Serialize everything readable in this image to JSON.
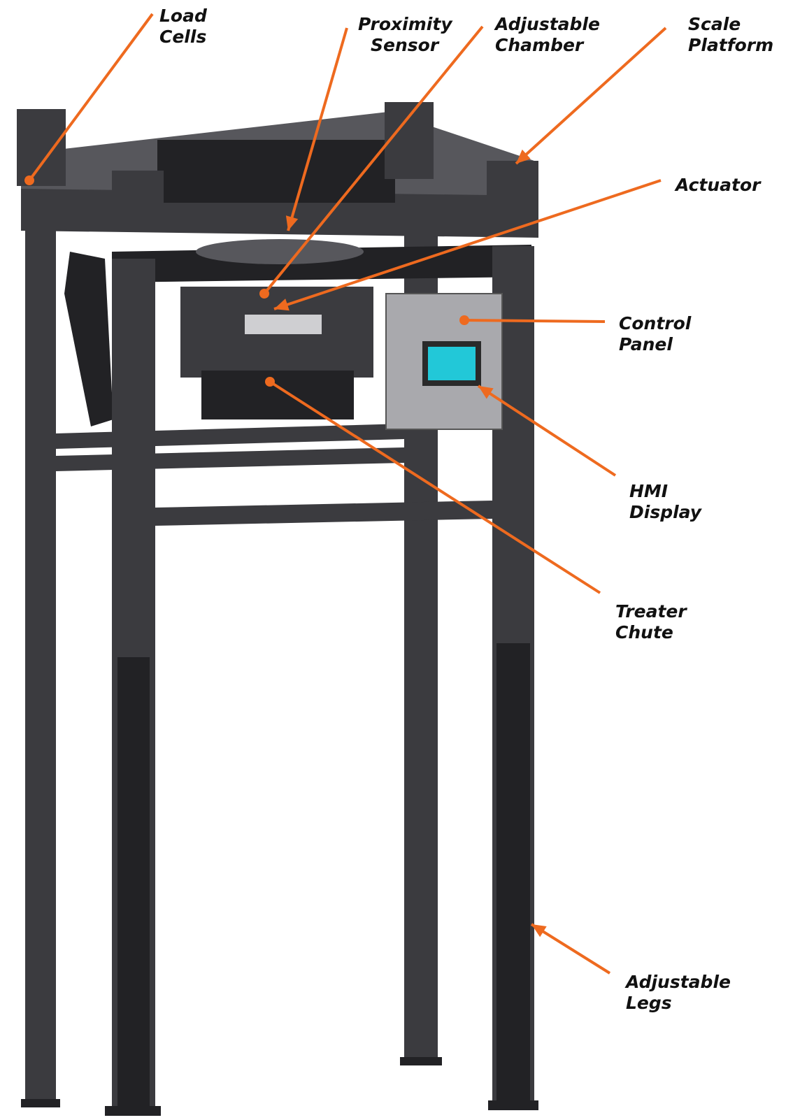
{
  "colors": {
    "leader": "#ee6a1f",
    "frame": "#3b3b3f",
    "frame_light": "#57575c",
    "frame_dark": "#222225",
    "panel": "#a9a9ad",
    "screen": "#22c8d8"
  },
  "callouts": [
    {
      "id": "load-cells",
      "lines": [
        "Load",
        "Cells"
      ]
    },
    {
      "id": "proximity-sensor",
      "lines": [
        "Proximity",
        "Sensor"
      ]
    },
    {
      "id": "adjustable-chamber",
      "lines": [
        "Adjustable",
        "Chamber"
      ]
    },
    {
      "id": "scale-platform",
      "lines": [
        "Scale",
        "Platform"
      ]
    },
    {
      "id": "actuator",
      "lines": [
        "Actuator"
      ]
    },
    {
      "id": "control-panel",
      "lines": [
        "Control",
        "Panel"
      ]
    },
    {
      "id": "hmi-display",
      "lines": [
        "HMI",
        "Display"
      ]
    },
    {
      "id": "treater-chute",
      "lines": [
        "Treater",
        "Chute"
      ]
    },
    {
      "id": "adjustable-legs",
      "lines": [
        "Adjustable",
        "Legs"
      ]
    }
  ]
}
